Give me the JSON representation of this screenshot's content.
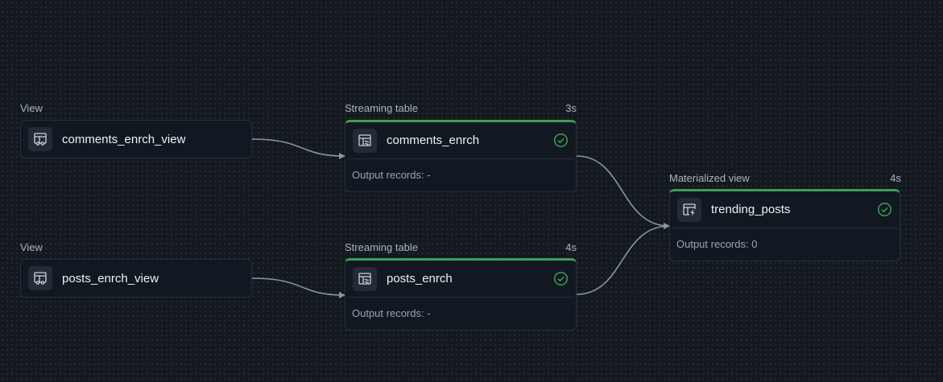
{
  "graph": {
    "nodes": {
      "comments_view": {
        "type_label": "View",
        "name": "comments_enrch_view",
        "icon": "view-icon"
      },
      "posts_view": {
        "type_label": "View",
        "name": "posts_enrch_view",
        "icon": "view-icon"
      },
      "comments_enrch": {
        "type_label": "Streaming table",
        "duration": "3s",
        "name": "comments_enrch",
        "icon": "streaming-table-icon",
        "status": "success",
        "records_label": "Output records:",
        "records_value": "-"
      },
      "posts_enrch": {
        "type_label": "Streaming table",
        "duration": "4s",
        "name": "posts_enrch",
        "icon": "streaming-table-icon",
        "status": "success",
        "records_label": "Output records:",
        "records_value": "-"
      },
      "trending_posts": {
        "type_label": "Materialized view",
        "duration": "4s",
        "name": "trending_posts",
        "icon": "materialized-view-icon",
        "status": "success",
        "records_label": "Output records:",
        "records_value": "0"
      }
    },
    "edges": [
      {
        "from": "comments_enrch_view",
        "to": "comments_enrch"
      },
      {
        "from": "posts_enrch_view",
        "to": "posts_enrch"
      },
      {
        "from": "comments_enrch",
        "to": "trending_posts"
      },
      {
        "from": "posts_enrch",
        "to": "trending_posts"
      }
    ]
  },
  "colors": {
    "background": "#141920",
    "node_background": "#121821",
    "node_border": "#262e39",
    "success_accent": "#3b9f52",
    "edge": "#8a94a3"
  }
}
